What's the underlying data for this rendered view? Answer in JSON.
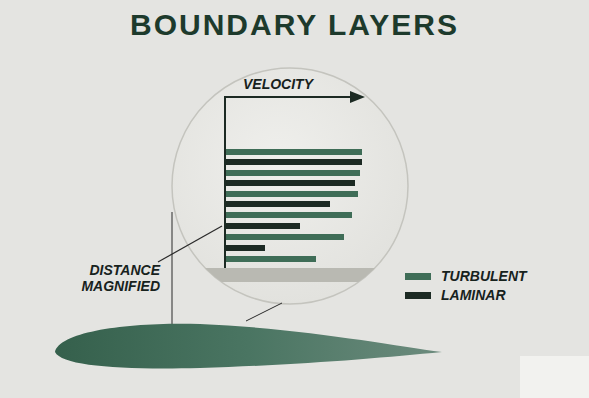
{
  "diagram": {
    "title": "BOUNDARY LAYERS",
    "labels": [
      "VELOCITY",
      "DISTANCE MAGNIFIED"
    ],
    "legend": [
      {
        "text": "TURBULENT",
        "color": "#3f6d57"
      },
      {
        "text": "LAMINAR",
        "color": "#1c2a23"
      }
    ]
  }
}
